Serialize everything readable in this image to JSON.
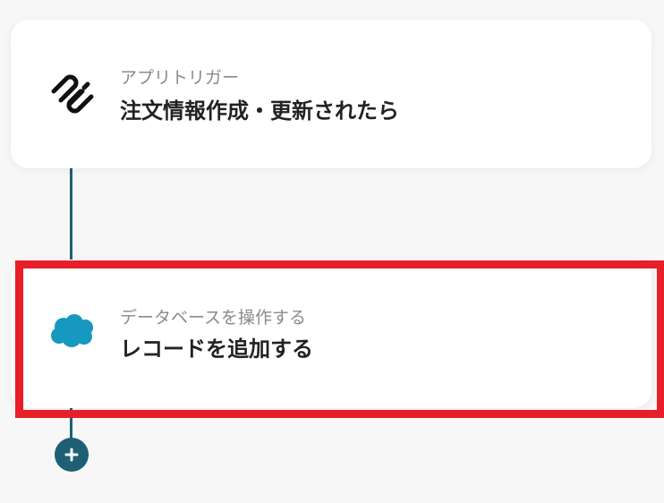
{
  "flow": {
    "trigger": {
      "subtitle": "アプリトリガー",
      "title": "注文情報作成・更新されたら",
      "icon": "squarespace-logo-icon"
    },
    "action": {
      "subtitle": "データベースを操作する",
      "title": "レコードを追加する",
      "icon": "salesforce-cloud-icon"
    },
    "add_button_icon": "plus-icon"
  },
  "colors": {
    "background": "#f7f7f7",
    "card": "#ffffff",
    "connector": "#1e5f74",
    "highlight": "#e81f28",
    "salesforce": "#1798c1"
  }
}
